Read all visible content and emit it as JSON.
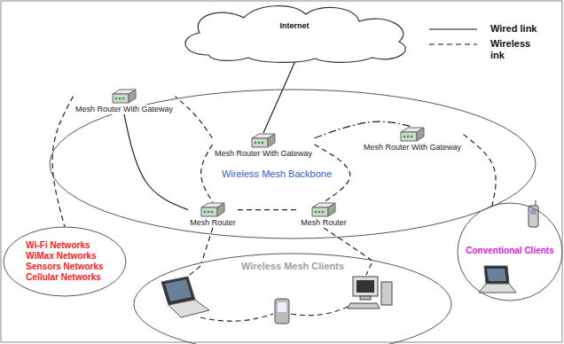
{
  "diagram": {
    "nodes": [
      {
        "text": [
          "Internet"
        ]
      },
      {
        "text": [
          "Wireless Mesh Backbone"
        ]
      },
      {
        "text": [
          "Mesh Router With Gateway"
        ],
        "in": 1
      },
      {
        "text": [
          "Mesh Router With Gateway"
        ],
        "in": 1
      },
      {
        "text": [
          "Mesh Router With Gateway"
        ],
        "in": 1
      },
      {
        "text": [
          "Mesh Router"
        ],
        "in": 1
      },
      {
        "text": [
          "Mesh Router"
        ],
        "in": 1
      },
      {
        "text": [
          "Wi-Fi Networks",
          "WiMax Networks",
          "Sensors Networks",
          "Cellular Networks"
        ]
      },
      {
        "text": [
          "Conventional Clients"
        ]
      },
      {
        "text": [
          "Wireless Mesh Clients"
        ]
      }
    ],
    "edges": [
      {
        "from": 0,
        "to": 2,
        "arrow": "none"
      },
      {
        "from": 2,
        "to": 3,
        "arrow": "none"
      },
      {
        "from": 2,
        "to": 4,
        "arrow": "none"
      },
      {
        "from": 3,
        "to": 5,
        "arrow": "none"
      },
      {
        "from": 3,
        "to": 7,
        "arrow": "none"
      },
      {
        "from": 4,
        "to": 8,
        "arrow": "none"
      },
      {
        "from": 2,
        "to": 5,
        "arrow": "none"
      },
      {
        "from": 2,
        "to": 6,
        "arrow": "none"
      },
      {
        "from": 5,
        "to": 6,
        "arrow": "none"
      },
      {
        "from": 5,
        "to": 9,
        "arrow": "none"
      },
      {
        "from": 6,
        "to": 9,
        "arrow": "none"
      }
    ],
    "legend": [
      {
        "text": "Wired link"
      },
      {
        "text": "Wireless ink"
      }
    ]
  }
}
